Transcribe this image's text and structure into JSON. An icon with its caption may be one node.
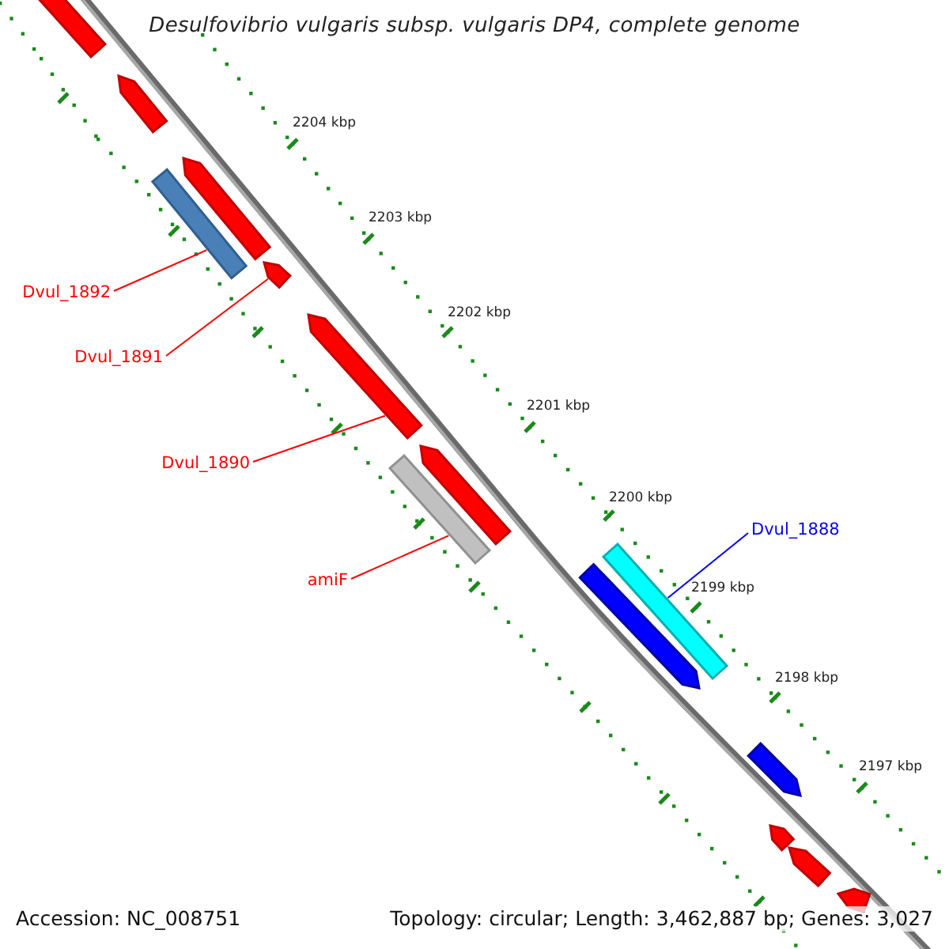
{
  "diagram": {
    "title": "Desulfovibrio vulgaris subsp. vulgaris DP4, complete genome",
    "nodes": [
      {
        "text": [],
        "shape": "box"
      },
      {
        "text": [],
        "shape": "arrow"
      },
      {
        "text": [],
        "shape": "arrow"
      },
      {
        "text": [],
        "shape": "box"
      },
      {
        "text": [],
        "shape": "arrow"
      },
      {
        "text": [],
        "shape": "arrow"
      },
      {
        "text": [],
        "shape": "arrow"
      },
      {
        "text": [],
        "shape": "box"
      },
      {
        "text": [],
        "shape": "box"
      },
      {
        "text": [],
        "shape": "arrow"
      },
      {
        "text": [],
        "shape": "arrow"
      },
      {
        "text": [],
        "shape": "arrow"
      },
      {
        "text": [],
        "shape": "arrow"
      },
      {
        "text": [],
        "shape": "arrow"
      },
      {
        "text": [
          "Dvul_1892"
        ]
      },
      {
        "text": [
          "Dvul_1891"
        ]
      },
      {
        "text": [
          "Dvul_1890"
        ]
      },
      {
        "text": [
          "amiF"
        ]
      },
      {
        "text": [
          "Dvul_1888"
        ]
      }
    ],
    "edges": [
      {
        "from": 14,
        "to": 3,
        "arrow": "none"
      },
      {
        "from": 15,
        "to": 4,
        "arrow": "none"
      },
      {
        "from": 16,
        "to": 5,
        "arrow": "none"
      },
      {
        "from": 17,
        "to": 7,
        "arrow": "none"
      },
      {
        "from": 18,
        "to": 8,
        "arrow": "none",
        "color": "#0000ff"
      }
    ],
    "labels": [
      "2204 kbp",
      "2203 kbp",
      "2202 kbp",
      "2201 kbp",
      "2200 kbp",
      "2199 kbp",
      "2198 kbp",
      "2197 kbp",
      "Accession: NC_008751",
      "Topology: circular; Length: 3,462,887 bp; Genes: 3,027"
    ]
  }
}
